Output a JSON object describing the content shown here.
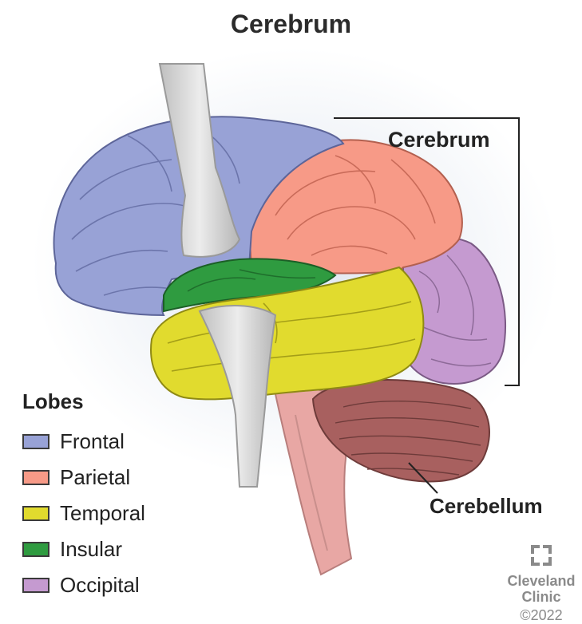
{
  "title": "Cerebrum",
  "labels": {
    "cerebrum": "Cerebrum",
    "cerebellum": "Cerebellum"
  },
  "legend": {
    "title": "Lobes",
    "items": [
      {
        "label": "Frontal",
        "color": "#98a2d6"
      },
      {
        "label": "Parietal",
        "color": "#f79a87"
      },
      {
        "label": "Temporal",
        "color": "#e1db2e"
      },
      {
        "label": "Insular",
        "color": "#2f9b40"
      },
      {
        "label": "Occipital",
        "color": "#c59ad0"
      }
    ]
  },
  "brand": {
    "name_line1": "Cleveland",
    "name_line2": "Clinic",
    "copyright": "©2022",
    "logo_icon": "cleveland-clinic-cross-icon"
  },
  "colors": {
    "frontal": "#98a2d6",
    "parietal": "#f79a87",
    "temporal": "#e1db2e",
    "insular": "#2f9b40",
    "occipital": "#c59ad0",
    "cerebellum": "#a8605f",
    "brainstem": "#e8a7a4",
    "retractor": "#d3d3d3"
  }
}
